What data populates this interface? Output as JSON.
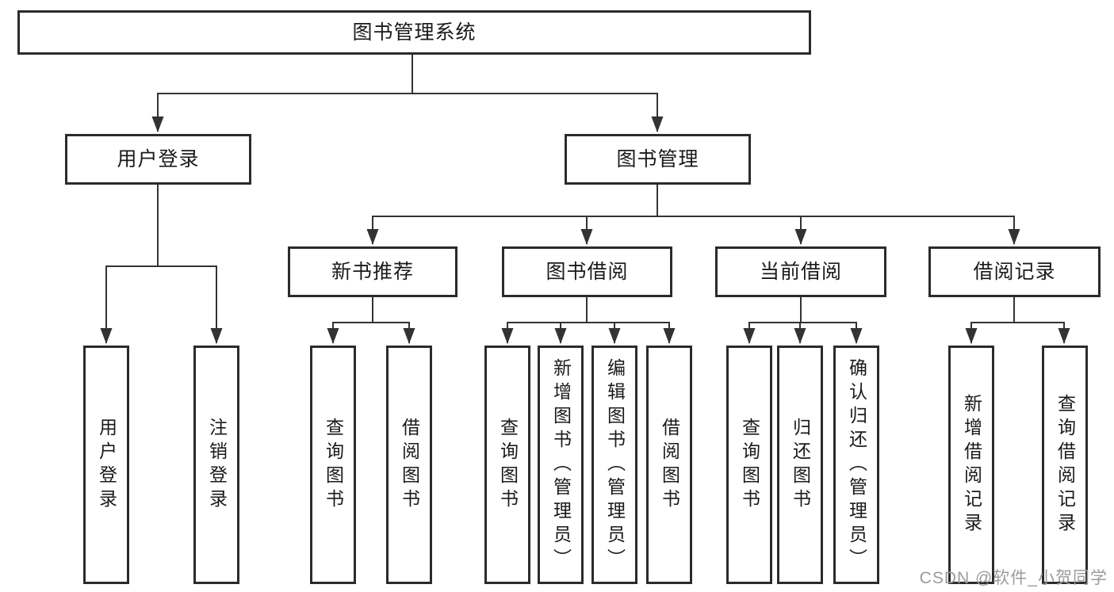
{
  "diagram": {
    "root": "图书管理系统",
    "level2": [
      {
        "label": "用户登录",
        "leaves": [
          "用户登录",
          "注销登录"
        ]
      },
      {
        "label": "图书管理",
        "groups": [
          {
            "label": "新书推荐",
            "leaves": [
              "查询图书",
              "借阅图书"
            ]
          },
          {
            "label": "图书借阅",
            "leaves": [
              "查询图书",
              "新增图书（管理员）",
              "编辑图书（管理员）",
              "借阅图书"
            ]
          },
          {
            "label": "当前借阅",
            "leaves": [
              "查询图书",
              "归还图书",
              "确认归还（管理员）"
            ]
          },
          {
            "label": "借阅记录",
            "leaves": [
              "新增借阅记录",
              "查询借阅记录"
            ]
          }
        ]
      }
    ]
  },
  "watermark": {
    "text": "CSDN @软件_小贺同学"
  },
  "colors": {
    "background": "#ffffff",
    "line": "#333333",
    "box_border": "#2b2b2b",
    "text": "#1a1a1a",
    "watermark": "#9b9b9b"
  }
}
